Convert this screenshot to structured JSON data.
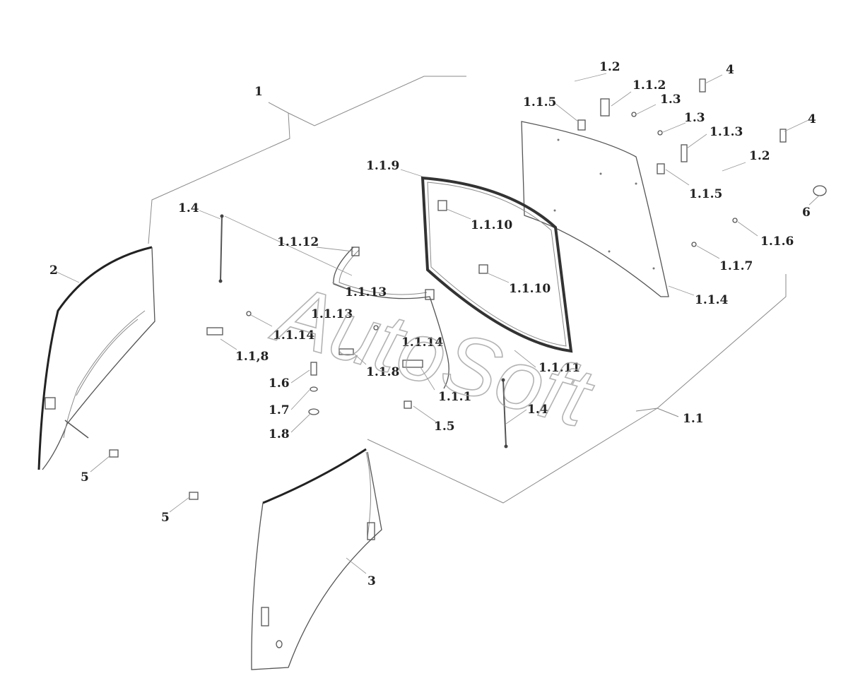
{
  "watermark": "AutoSoft",
  "callouts": {
    "c1": "1",
    "c1_1": "1.1",
    "c1_1_1": "1.1.1",
    "c1_1_2": "1.1.2",
    "c1_1_3": "1.1.3",
    "c1_1_4": "1.1.4",
    "c1_1_5a": "1.1.5",
    "c1_1_5b": "1.1.5",
    "c1_1_6": "1.1.6",
    "c1_1_7": "1.1.7",
    "c1_1_8a": "1.1,8",
    "c1_1_8b": "1.1.8",
    "c1_1_9": "1.1.9",
    "c1_1_10a": "1.1.10",
    "c1_1_10b": "1.1.10",
    "c1_1_11": "1.1.11",
    "c1_1_12": "1.1.12",
    "c1_1_13a": "1.1.13",
    "c1_1_13b": "1.1.13",
    "c1_1_14a": "1.1.14",
    "c1_1_14b": "1.1.14",
    "c1_2a": "1.2",
    "c1_2b": "1.2",
    "c1_3a": "1.3",
    "c1_3b": "1.3",
    "c1_4a": "1.4",
    "c1_4b": "1.4",
    "c1_5": "1.5",
    "c1_6": "1.6",
    "c1_7": "1.7",
    "c1_8": "1.8",
    "c2": "2",
    "c3": "3",
    "c4a": "4",
    "c4b": "4",
    "c5a": "5",
    "c5b": "5",
    "c6": "6"
  }
}
